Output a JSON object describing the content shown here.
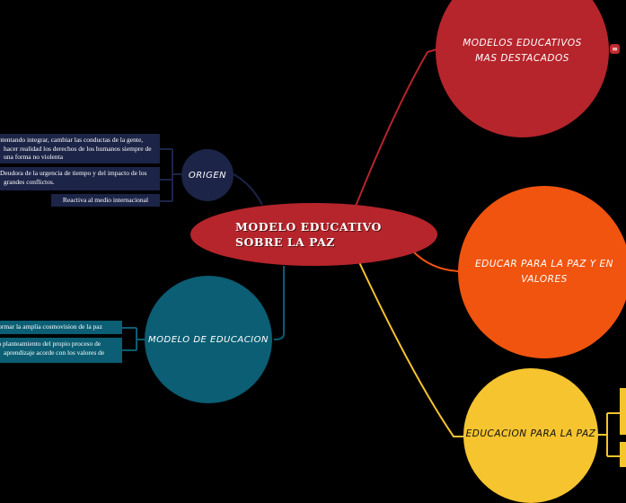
{
  "central": {
    "label": "MODELO EDUCATIVO\nSOBRE LA PAZ"
  },
  "topics": {
    "modelos": {
      "label": "MODELOS EDUCATIVOS MAS DESTACADOS"
    },
    "educar": {
      "label": "EDUCAR PARA LA PAZ Y EN VALORES"
    },
    "educacion": {
      "label": "EDUCACION PARA LA PAZ"
    },
    "origen": {
      "label": "ORIGEN"
    },
    "modelo_educacion": {
      "label": "MODELO DE EDUCACION"
    }
  },
  "origen_notes": [
    "Intentando integrar, cambiar las conductas de la gente, hacer realidad los derechos de los humanos siempre de una forma no violenta",
    "Deudora de la urgencia de tiempo y del impacto de  los grandes conflictos.",
    "Reactiva al medio internacional"
  ],
  "modelo_notes": [
    "Formar la amplia cosmovision de la paz",
    "Un planteamiento del propio proceso de aprendizaje acorde con los valores de"
  ],
  "badge": {
    "symbol": "≡"
  },
  "colors": {
    "background": "#000000",
    "central": "#b5252b",
    "modelos": "#b5252b",
    "educar": "#f0540f",
    "educacion": "#f5c42f",
    "origen": "#1c2447",
    "modelo_educacion": "#0b5e73"
  }
}
